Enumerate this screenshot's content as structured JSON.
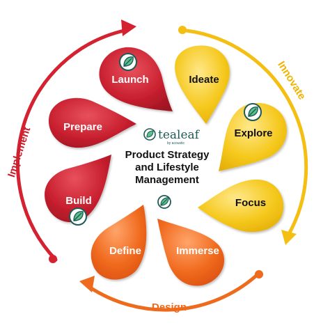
{
  "colors": {
    "red": "#c8202f",
    "red_dark": "#8e1420",
    "orange": "#f06a1e",
    "yellow": "#f3c316",
    "teal": "#1e5b57",
    "leaf_green": "#5cc28a"
  },
  "brand": {
    "name": "tealeaf",
    "sub": "by acoustic"
  },
  "center": {
    "line1": "Product Strategy",
    "line2": "and Lifestyle",
    "line3": "Management"
  },
  "phases": {
    "implement": "Implement",
    "innovate": "Innovate",
    "design": "Design"
  },
  "petals": {
    "launch": "Launch",
    "ideate": "Ideate",
    "explore": "Explore",
    "focus": "Focus",
    "immerse": "Immerse",
    "define": "Define",
    "build": "Build",
    "prepare": "Prepare"
  },
  "icons": [
    "leaf-badge-icon"
  ]
}
